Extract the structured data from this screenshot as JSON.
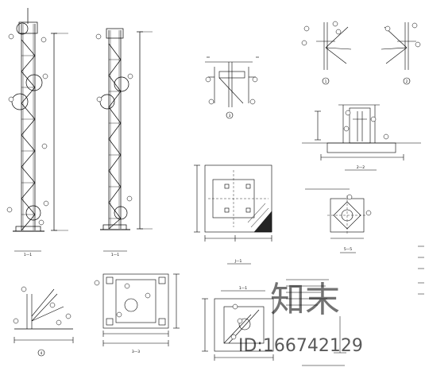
{
  "views": {
    "elevation_1": {
      "label": "1—1"
    },
    "elevation_2": {
      "label": "1—1"
    },
    "plate_section": {
      "label": "2—2"
    },
    "base_plan": {
      "label": "J—1"
    },
    "anchor_section": {
      "label": "5—5"
    },
    "column_section": {
      "label": "2—2"
    },
    "base_detail_plan": {
      "label": "3—3"
    },
    "bottom_section": {
      "label": "1—1"
    }
  },
  "details": [
    {
      "id": "detail-1",
      "number": "1"
    },
    {
      "id": "detail-2",
      "number": "2"
    },
    {
      "id": "detail-3",
      "number": "3"
    },
    {
      "id": "detail-4",
      "number": "4"
    }
  ],
  "watermark": {
    "logo_text": "知末",
    "id_text": "ID:166742129"
  }
}
